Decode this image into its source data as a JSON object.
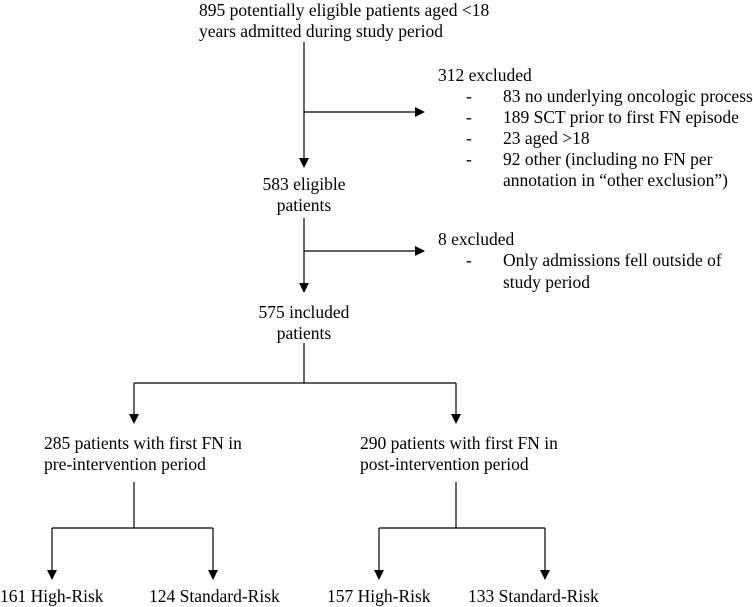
{
  "nodes": {
    "potential": {
      "line1": "895 potentially eligible patients aged <18",
      "line2": "years admitted during study period"
    },
    "excluded1": {
      "title": "312 excluded",
      "items": [
        "83 no underlying oncologic process",
        "189 SCT prior to first FN episode",
        "23 aged >18",
        "92 other (including no FN per",
        "annotation in “other exclusion”)"
      ]
    },
    "eligible": {
      "line1": "583 eligible",
      "line2": "patients"
    },
    "excluded2": {
      "title": "8 excluded",
      "items": [
        "Only admissions fell outside of",
        "study period"
      ]
    },
    "included": {
      "line1": "575 included",
      "line2": "patients"
    },
    "pre": {
      "line1": "285 patients with first FN in",
      "line2": "pre-intervention period"
    },
    "post": {
      "line1": "290 patients with first FN in",
      "line2": "post-intervention period"
    },
    "pre_high": "161 High-Risk",
    "pre_standard": "124 Standard-Risk",
    "post_high": "157 High-Risk",
    "post_standard": "133 Standard-Risk"
  }
}
